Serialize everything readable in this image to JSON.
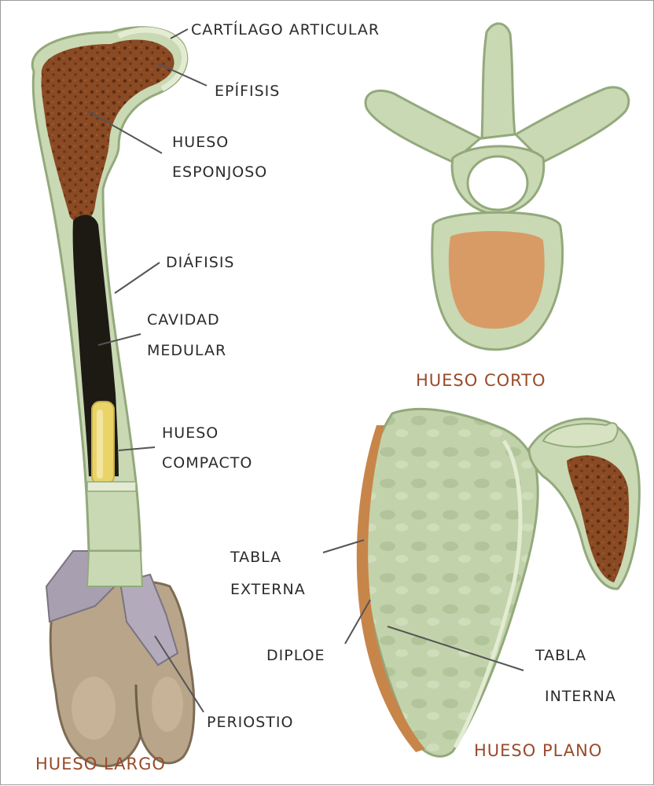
{
  "colors": {
    "bone": "#c9d9b4",
    "bone_light": "#e3ecd2",
    "bone_edge": "#93a97c",
    "spongy": "#8a4a24",
    "spongy_dark": "#5d2c12",
    "marrow": "#1d1a14",
    "compact_yellow": "#e9d46a",
    "periosteum": "#a8a0b0",
    "condyle": "#b8a58a",
    "vertebra_body": "#d99b66",
    "diploe": "#c8854a",
    "caption": "#9a4a2a",
    "label": "#2b2b2b",
    "leader": "#555555"
  },
  "labels": {
    "cartilago": "CARTÍLAGO ARTICULAR",
    "epifisis": "EPÍFISIS",
    "hueso_esponjoso_1": "HUESO",
    "hueso_esponjoso_2": "ESPONJOSO",
    "diafisis": "DIÁFISIS",
    "cavidad_1": "CAVIDAD",
    "cavidad_2": "MEDULAR",
    "compacto_1": "HUESO",
    "compacto_2": "COMPACTO",
    "tabla_externa_1": "TABLA",
    "tabla_externa_2": "EXTERNA",
    "diploe": "DIPLOE",
    "tabla_interna_1": "TABLA",
    "tabla_interna_2": "INTERNA",
    "periostio": "PERIOSTIO"
  },
  "captions": {
    "largo": "HUESO LARGO",
    "corto": "HUESO CORTO",
    "plano": "HUESO PLANO"
  }
}
